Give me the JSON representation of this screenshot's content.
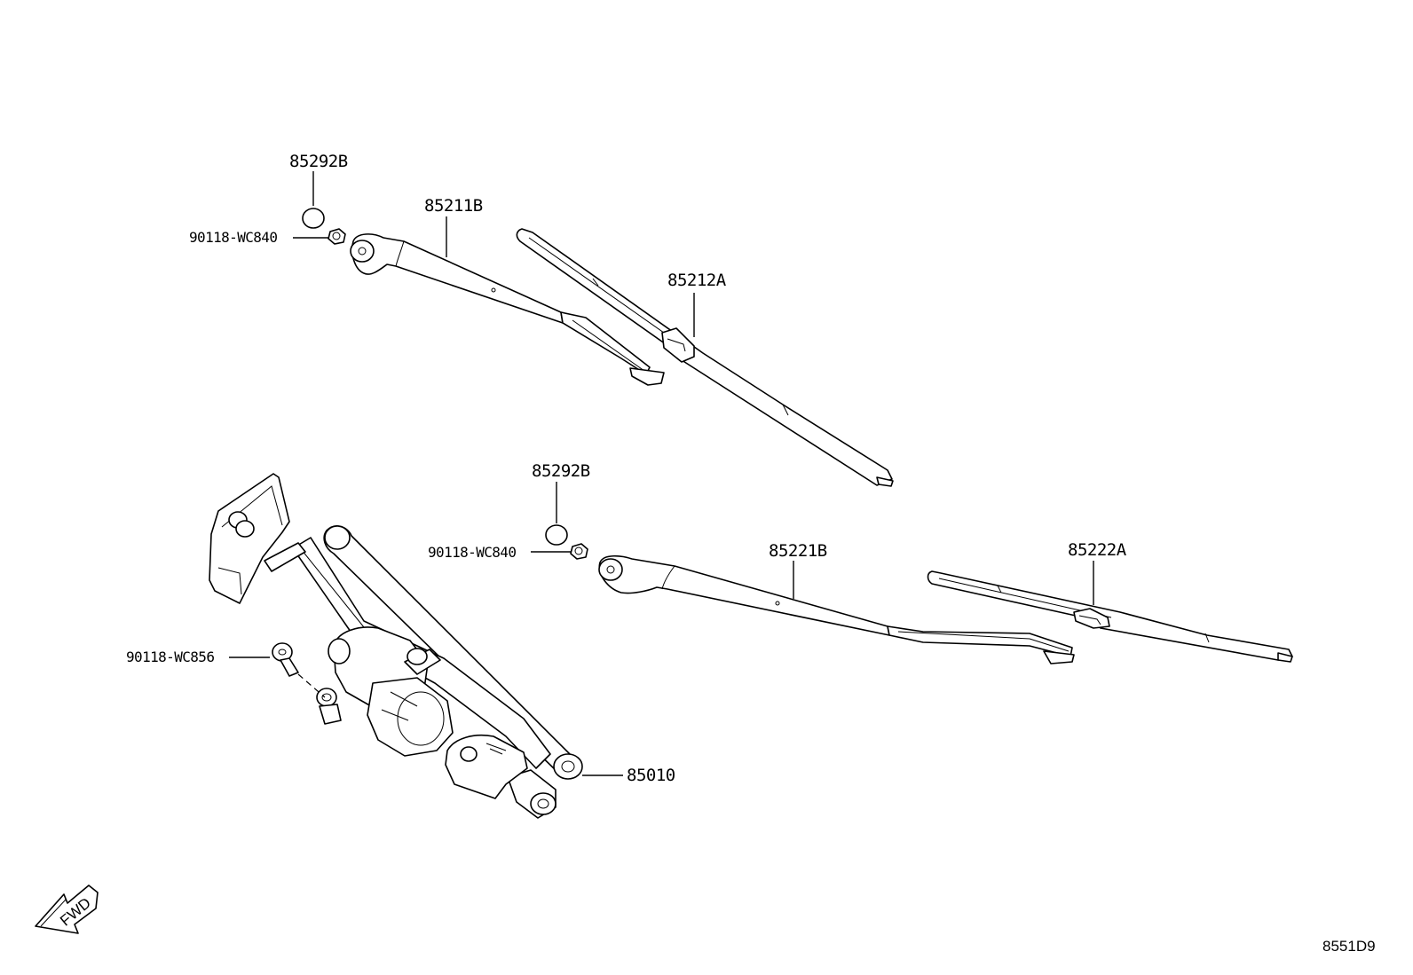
{
  "labels": {
    "cap_upper": "85292B",
    "nut_upper": "90118-WC840",
    "arm_upper": "85211B",
    "blade_upper": "85212A",
    "cap_lower": "85292B",
    "nut_lower": "90118-WC840",
    "arm_lower": "85221B",
    "blade_lower": "85222A",
    "bolt": "90118-WC856",
    "linkage": "85010"
  },
  "fwd_label": "FWD",
  "diagram_code": "8551D9"
}
